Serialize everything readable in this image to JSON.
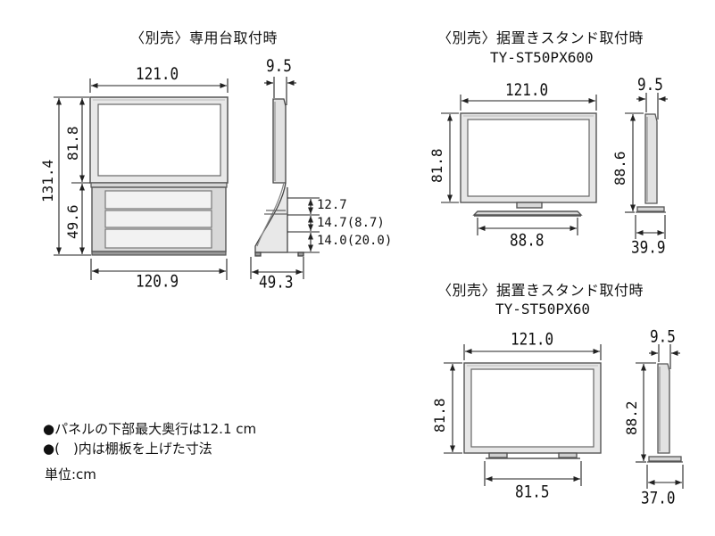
{
  "sections": {
    "base": {
      "title": "〈別売〉専用台取付時"
    },
    "stand1": {
      "title": "〈別売〉据置きスタンド取付時",
      "model": "TY-ST50PX600"
    },
    "stand2": {
      "title": "〈別売〉据置きスタンド取付時",
      "model": "TY-ST50PX60"
    }
  },
  "dims": {
    "base": {
      "width_top": "121.0",
      "width_bottom": "120.9",
      "total_height": "131.4",
      "screen_height": "81.8",
      "stand_height": "49.6",
      "depth_top": "9.5",
      "depth_base": "49.3",
      "shelf_1": "12.7",
      "shelf_2": "14.7(8.7)",
      "shelf_3": "14.0(20.0)"
    },
    "stand1": {
      "width": "121.0",
      "height": "81.8",
      "stand_width": "88.8",
      "depth_top": "9.5",
      "total_height": "88.6",
      "stand_depth": "39.9"
    },
    "stand2": {
      "width": "121.0",
      "height": "81.8",
      "stand_width": "81.5",
      "depth_top": "9.5",
      "total_height": "88.2",
      "stand_depth": "37.0"
    }
  },
  "notes": {
    "line1": "●パネルの下部最大奥行は12.1 cm",
    "line2": "●(　)内は棚板を上げた寸法",
    "unit": "単位:cm"
  }
}
